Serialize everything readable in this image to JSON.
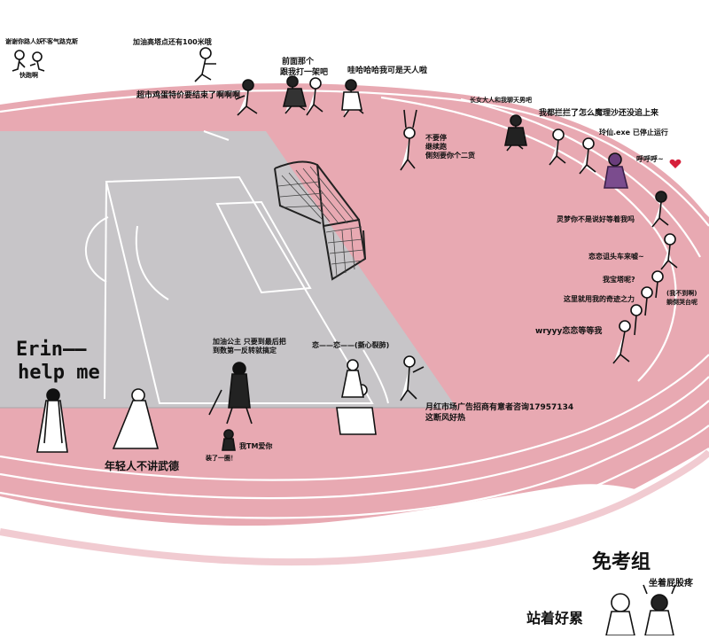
{
  "colors": {
    "track": "#e8a9b2",
    "track_lane": "#ffffff",
    "field": "#c7c5c8",
    "ink": "#111111",
    "heart": "#d61f3a"
  },
  "captions": {
    "top_left_1": "谢谢你路人妖",
    "top_left_2": "不客气路克斯",
    "top_left_3": "快跑啊",
    "cheer_boss": "加油高塔点还有100米哦",
    "front_person": "前面那个",
    "wait_me": "跟我打一架吧",
    "wahaha": "哇哈哈哈我可是天人啦",
    "chicken": "超市鸡蛋特价要结束了啊啊啊",
    "long_lady": "长女大人和我聊天男吧",
    "stop_me": "我都拦拦了怎么魔理沙还没追上来",
    "dont_run": "不要停",
    "keep_going": "继续跑",
    "catch_you": "側刻要你个二货",
    "exe_stopped": "玲仙.exe 已停止运行",
    "huhu": "呼呼呼~",
    "reimu_wait": "灵梦你不是说好等着我吗",
    "mystery_car": "恋恋诅头车来嘘~",
    "baby_where": "我宝塔呢?",
    "miracle": "这里就用我的奇迹之力",
    "im_tired": "(我不到啊)",
    "dont_fall": "躺倒哭台呢",
    "wryyy": "wryyy恋恋等等我",
    "erin": "Erin——",
    "help_me": "help me",
    "no_martial": "年轻人不讲武德",
    "princess_1": "加油公主 只要到最后把",
    "princess_2": "到数第一反转就搞定",
    "gorilla_love": "我TM爱你",
    "got_it": "装了一圈！",
    "koishi": "恋——恋——(撕心裂肺)",
    "ad_1": "月红市场广告招商有意者咨询17957134",
    "ad_2": "这断风好热",
    "exempt_group": "免考组",
    "sitting": "坐着屁股疼",
    "standing": "站着好累"
  }
}
